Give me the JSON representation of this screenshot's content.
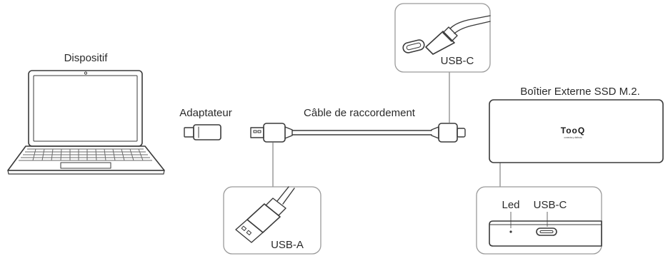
{
  "labels": {
    "device": "Dispositif",
    "adapter": "Adaptateur",
    "cable": "Câble de raccordement",
    "enclosure": "Boîtier Externe SSD M.2.",
    "usb_c_top": "USB-C",
    "usb_a": "USB-A",
    "led": "Led",
    "usb_c_bottom": "USB-C",
    "brand_logo": "TooQ",
    "brand_tagline": "conecta y disfruta"
  },
  "colors": {
    "line": "#3a3a3a",
    "callout_border": "#9a9a9a",
    "text": "#2a2a2a"
  },
  "icons": [
    "laptop-icon",
    "usb-c-adapter-icon",
    "usb-cable-icon",
    "usb-c-plug-icon",
    "usb-a-plug-icon",
    "ssd-enclosure-icon",
    "led-indicator-icon",
    "usb-c-port-icon"
  ]
}
